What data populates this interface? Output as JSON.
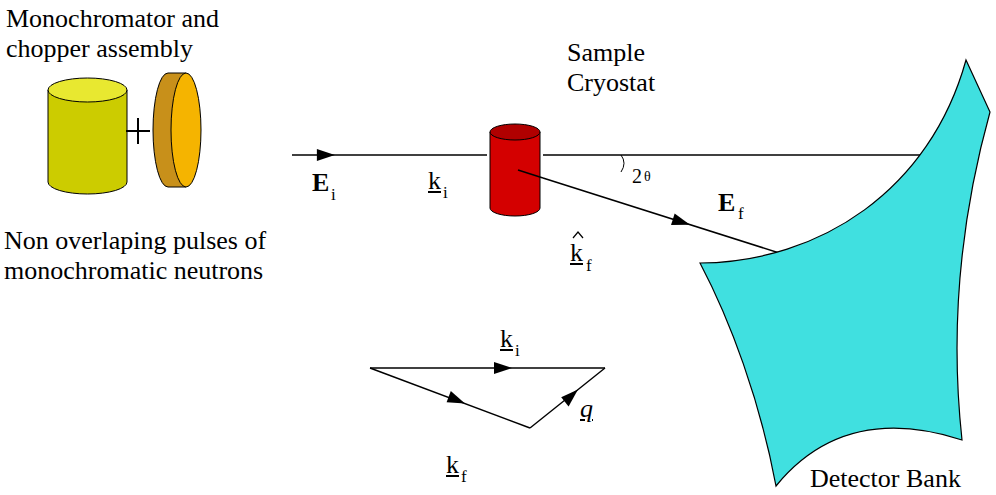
{
  "diagram": {
    "nodes": [
      {
        "text": [
          "Monochromator and chopper assembly",
          "Non overlaping pulses of monochromatic neutrons"
        ]
      },
      {
        "text": [
          "Sample Cryostat"
        ]
      },
      {
        "text": [
          "Detector Bank"
        ]
      }
    ],
    "edges": [
      {
        "from": 0,
        "to": 1,
        "arrow": "to"
      },
      {
        "from": 1,
        "to": 2,
        "arrow": "to"
      }
    ],
    "labels": [
      "E",
      "i",
      "k",
      "i",
      "2",
      "θ",
      "k",
      "f",
      "E",
      "f",
      "k",
      "i",
      "k",
      "f",
      "q"
    ]
  }
}
